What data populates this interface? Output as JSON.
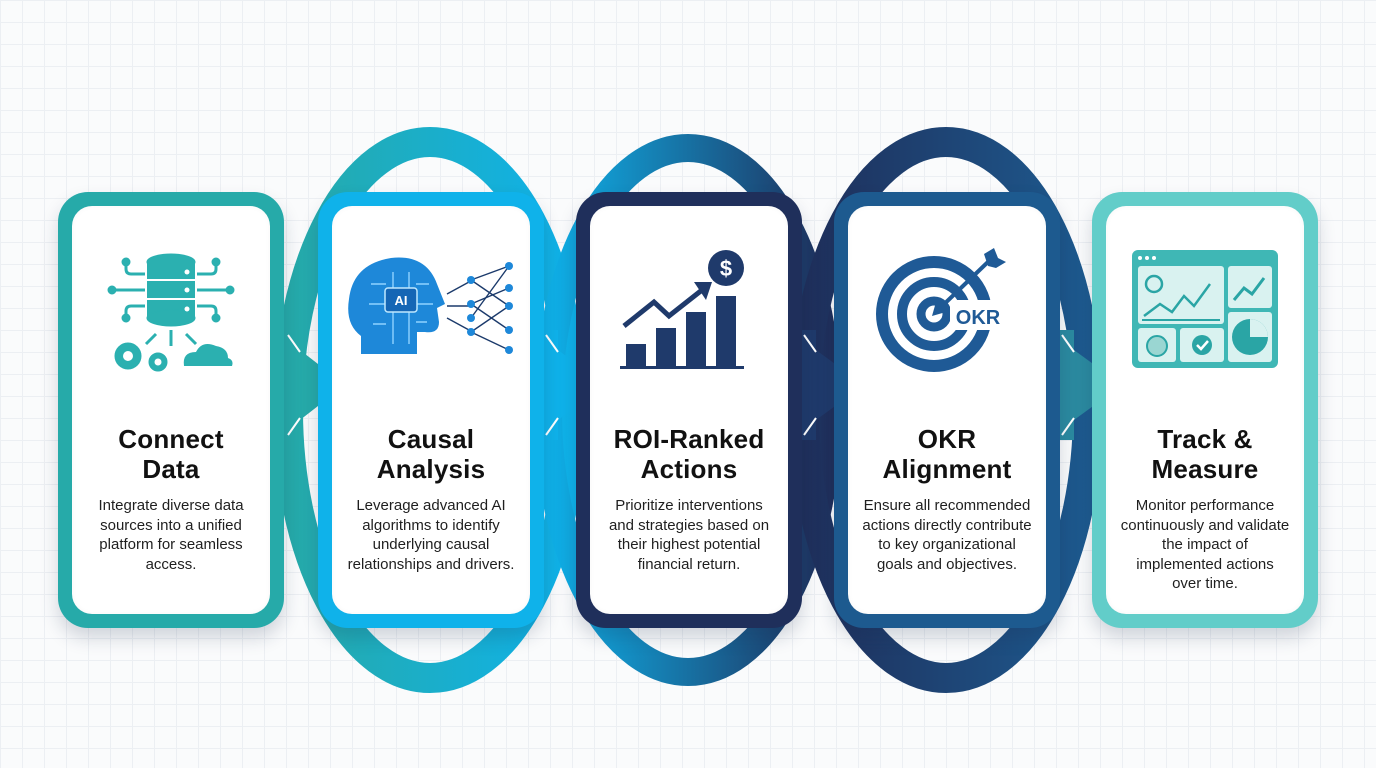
{
  "diagram": {
    "type": "process-flow",
    "colors": {
      "step1": "#26aaa9",
      "step2": "#0fb2ea",
      "step3": "#1f2f5b",
      "step4": "#1d5a8f",
      "step5": "#62cdc9",
      "background": "#fafbfc",
      "grid": "#eceff3"
    },
    "steps": [
      {
        "title_line1": "Connect",
        "title_line2": "Data",
        "description": "Integrate diverse data sources into a unified platform for seamless access.",
        "icon": "database-network-icon"
      },
      {
        "title_line1": "Causal",
        "title_line2": "Analysis",
        "description": "Leverage advanced AI algorithms to identify underlying causal relationships and drivers.",
        "icon": "ai-brain-network-icon",
        "icon_label": "AI"
      },
      {
        "title_line1": "ROI-Ranked",
        "title_line2": "Actions",
        "description": "Prioritize interventions and strategies based on their highest potential financial return.",
        "icon": "growth-chart-dollar-icon",
        "icon_label": "$"
      },
      {
        "title_line1": "OKR",
        "title_line2": "Alignment",
        "description": "Ensure all recommended actions directly contribute to key organizational goals and objectives.",
        "icon": "okr-target-icon",
        "icon_label": "OKR"
      },
      {
        "title_line1": "Track &",
        "title_line2": "Measure",
        "description": "Monitor performance continuously and validate the impact of implemented actions over time.",
        "icon": "dashboard-icon"
      }
    ]
  }
}
